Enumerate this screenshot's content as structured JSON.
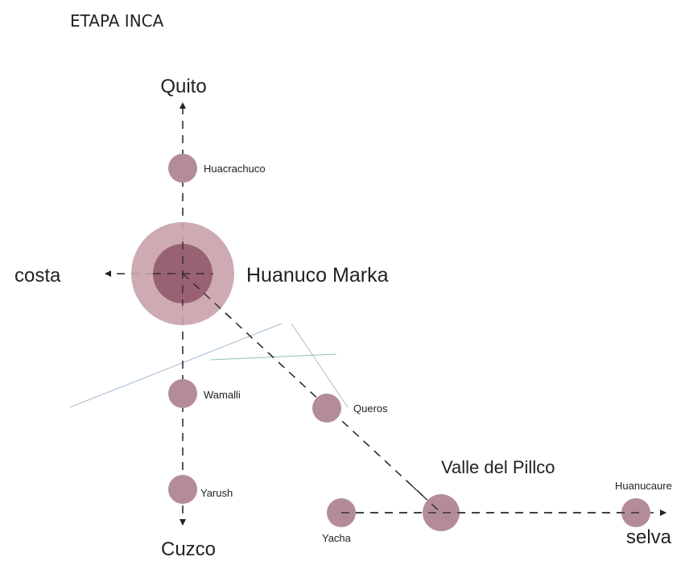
{
  "title": "ETAPA INCA",
  "directions": {
    "north": "Quito",
    "south": "Cuzco",
    "west": "costa",
    "east": "selva"
  },
  "sites": {
    "huanuco_marka": "Huanuco Marka",
    "huacrachuco": "Huacrachuco",
    "wamalli": "Wamalli",
    "yarush": "Yarush",
    "queros": "Queros",
    "valle_del_pillco": "Valle del Pillco",
    "yacha": "Yacha",
    "huanucaure": "Huanucaure"
  },
  "colors": {
    "node_fill": "#b38c98",
    "node_outer": "#c9a2ab",
    "node_inner": "#8f5566",
    "route": "#222222",
    "thin_blue": "#a8bcd4",
    "thin_green": "#8cc3b0"
  }
}
